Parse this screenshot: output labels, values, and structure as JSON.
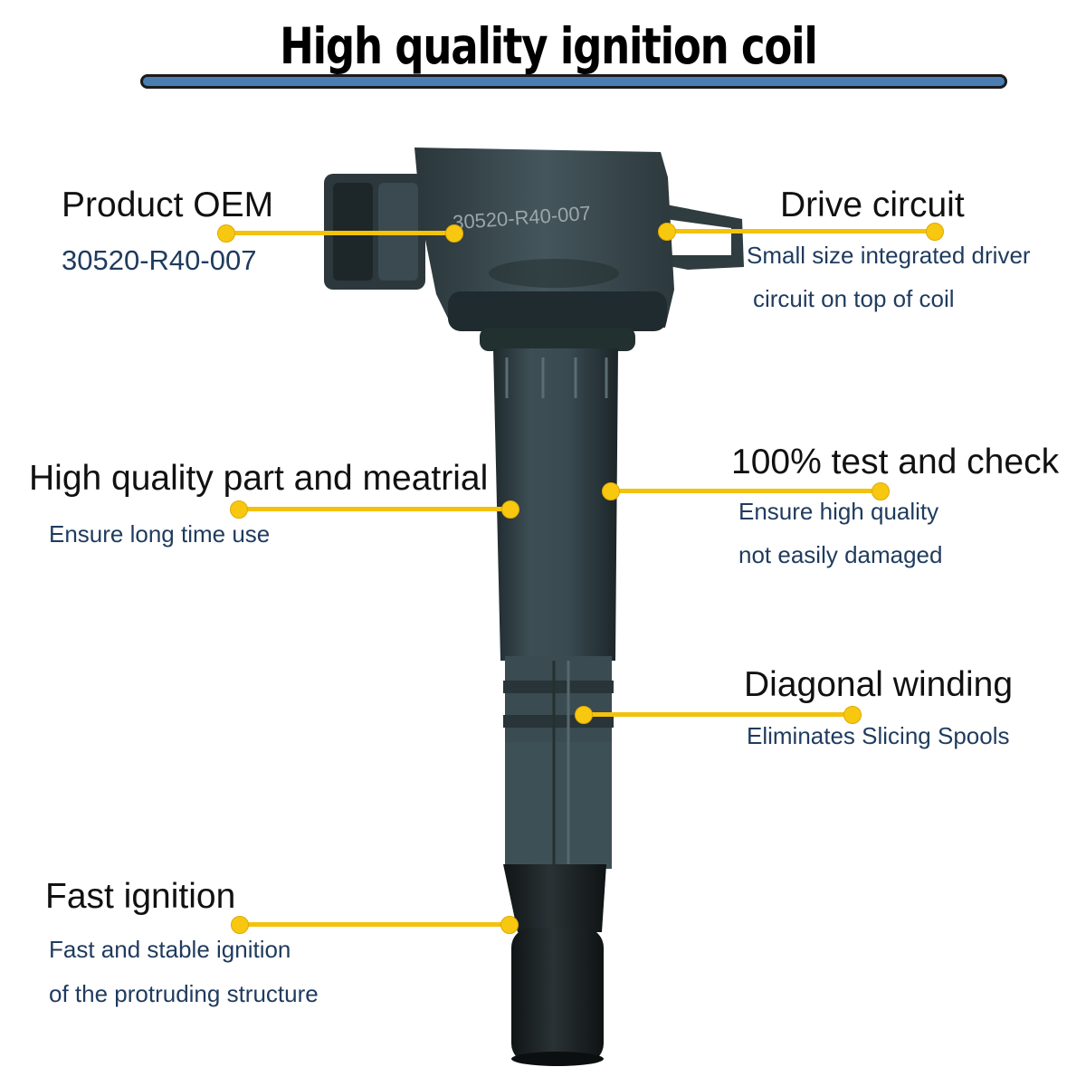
{
  "title": "High quality ignition coil",
  "product": {
    "part_number_label": "30520-R40-007"
  },
  "callouts": {
    "oem": {
      "heading": "Product OEM",
      "sub1": "30520-R40-007"
    },
    "drive": {
      "heading": "Drive circuit",
      "sub1": "Small size integrated driver",
      "sub2": "circuit on top of coil"
    },
    "material": {
      "heading": "High quality part and meatrial",
      "sub1": "Ensure long time use"
    },
    "test": {
      "heading": "100% test and check",
      "sub1": "Ensure high quality",
      "sub2": "not easily damaged"
    },
    "winding": {
      "heading": "Diagonal winding",
      "sub1": "Eliminates Slicing Spools"
    },
    "ignition": {
      "heading": "Fast ignition",
      "sub1": "Fast and stable ignition",
      "sub2": "of the protruding structure"
    }
  },
  "colors": {
    "accent_yellow": "#f3c20c",
    "title_bar": "#4a7eb3",
    "sub_text": "#1f3b5e",
    "coil_body": "#334349"
  },
  "icons": [
    "ignition-coil-illustration"
  ]
}
